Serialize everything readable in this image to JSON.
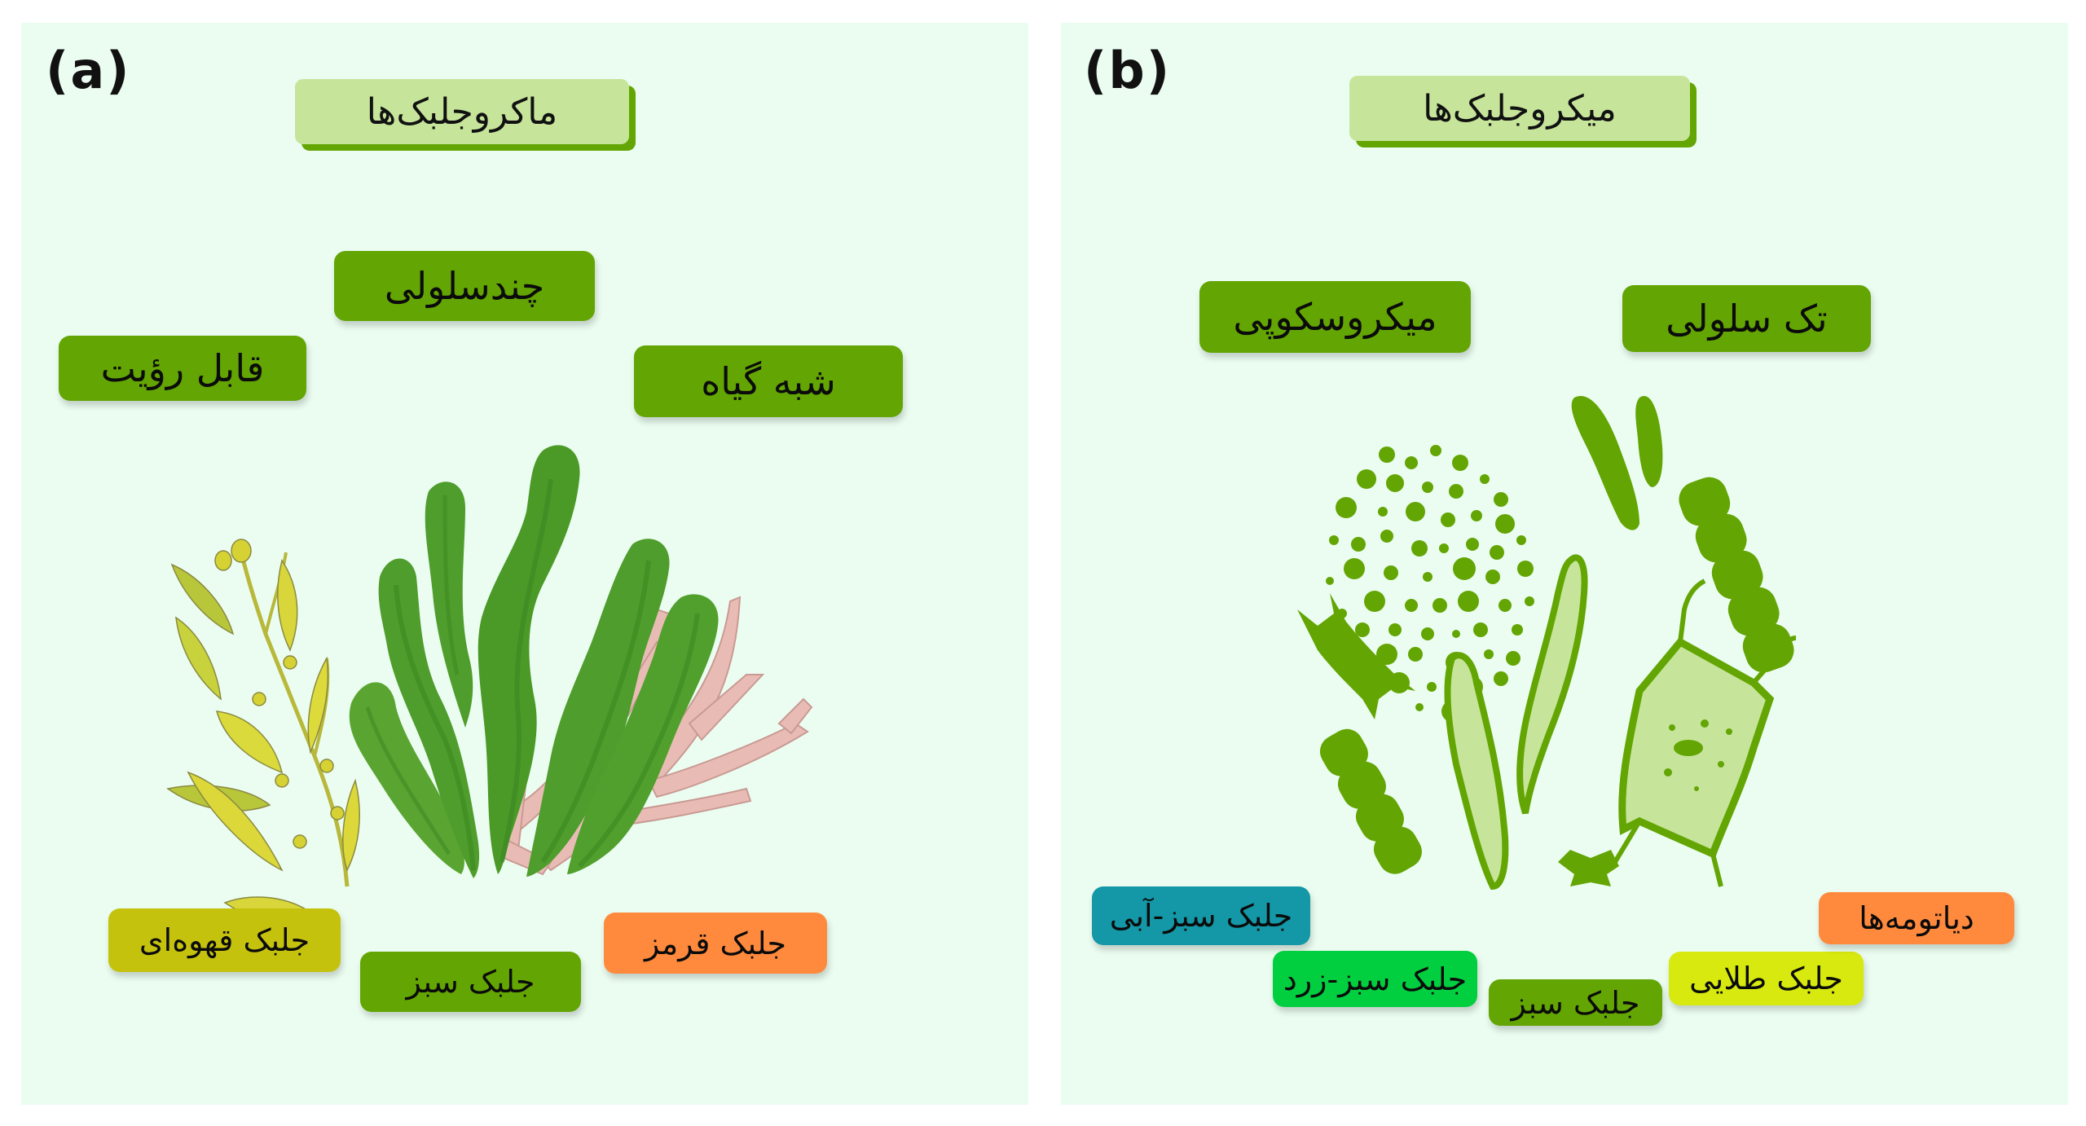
{
  "panel_a": {
    "letter": "(a)",
    "title": "ماکروجلبک‌ها",
    "features": [
      {
        "label": "چندسلولی"
      },
      {
        "label": "قابل رؤیت"
      },
      {
        "label": "شبه گیاه"
      }
    ],
    "types": [
      {
        "label": "جلبک قهوه‌ای",
        "color": "#c5c20e"
      },
      {
        "label": "جلبک سبز",
        "color": "#63a503"
      },
      {
        "label": "جلبک قرمز",
        "color": "#ff8a3d"
      }
    ],
    "illustration": "macroalgae-illustration"
  },
  "panel_b": {
    "letter": "(b)",
    "title": "میکروجلبک‌ها",
    "features": [
      {
        "label": "میکروسکوپی"
      },
      {
        "label": "تک سلولی"
      }
    ],
    "types": [
      {
        "label": "جلبک سبز-آبی",
        "color": "#1497a6"
      },
      {
        "label": "جلبک سبز-زرد",
        "color": "#02cf40"
      },
      {
        "label": "جلبک سبز",
        "color": "#63a503"
      },
      {
        "label": "جلبک طلایی",
        "color": "#d7e90e"
      },
      {
        "label": "دیاتومه‌ها",
        "color": "#ff8a3d"
      }
    ],
    "illustration": "microalgae-illustration"
  },
  "colors": {
    "panel_bg": "#ebfdf1",
    "title_bg": "#c6e59a",
    "feature_bg": "#63a503",
    "title_shadow": "#63a503"
  }
}
